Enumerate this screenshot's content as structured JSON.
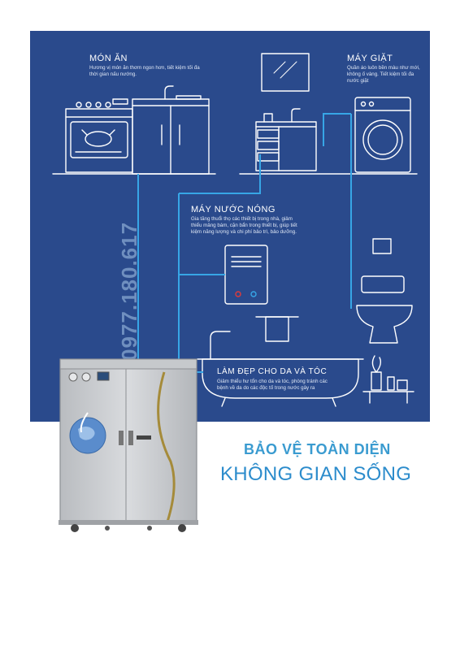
{
  "sections": {
    "mon_an": {
      "title": "MÓN ĂN",
      "desc": "Hương vị món ăn thơm ngon hơn, tiết kiệm tối đa thời gian nấu nướng."
    },
    "may_giat": {
      "title": "MÁY GIẶT",
      "desc": "Quần áo luôn bền màu như mới, không ố vàng. Tiết kiệm tối đa nước giặt"
    },
    "may_nuoc_nong": {
      "title": "MÁY NƯỚC NÓNG",
      "desc": "Gia tăng thuổi thọ các thiết bị trong nhà, giảm thiểu mảng bám, cặn bẩn trong thiết bị, giúp tiết kiệm năng lượng và chi phí bảo trì, bảo dưỡng."
    },
    "lam_dep": {
      "title": "LÀM ĐẸP CHO DA VÀ TÓC",
      "desc": "Giảm thiểu hư tổn cho da và tóc, phòng tránh các bệnh về da do các độc tố trong nước gây ra"
    }
  },
  "phone": "0977.180.617",
  "headline": {
    "line1": "BẢO VỆ TOÀN DIỆN",
    "line2": "KHÔNG GIAN SỐNG"
  },
  "colors": {
    "panel": "#2a4a8c",
    "pipe": "#37a6e6",
    "headline": "#3a9bd0"
  }
}
